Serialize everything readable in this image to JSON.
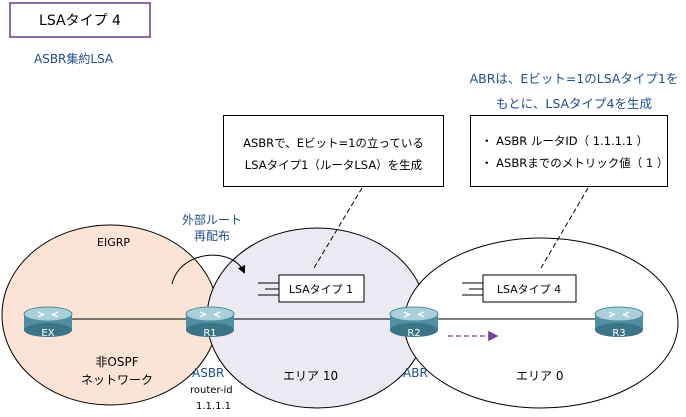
{
  "title": "LSAタイプ 4",
  "subtitle": "ASBR集約LSA",
  "note_top": [
    "ABRは、Eビット=1のLSAタイプ1を",
    "もとに、LSAタイプ4を生成"
  ],
  "callout_left": [
    "ASBRで、Eビット=1の立っている",
    "LSAタイプ1（ルータLSA）を生成"
  ],
  "callout_right": [
    "・ ASBR ルータID（ 1.1.1.1 ）",
    "・ ASBRまでのメトリック値（ 1 ）"
  ],
  "redistribution_label": [
    "外部ルート",
    "再配布"
  ],
  "areas": {
    "eigrp": {
      "title": "EIGRP",
      "label": [
        "非OSPF",
        "ネットワーク"
      ]
    },
    "area10": {
      "label": "エリア 10"
    },
    "area0": {
      "label": "エリア 0"
    }
  },
  "lsa_labels": {
    "type1": "LSAタイプ 1",
    "type4": "LSAタイプ 4"
  },
  "routers": {
    "ex": {
      "name": "EX"
    },
    "r1": {
      "name": "R1",
      "role": "ASBR",
      "router_id_label": "router-id",
      "router_id": "1.1.1.1"
    },
    "r2": {
      "name": "R2",
      "role": "ABR"
    },
    "r3": {
      "name": "R3"
    }
  },
  "colors": {
    "eigrp_fill": "#fbe4d5",
    "area10_fill": "#ece9f3",
    "router_body": "#4f8ea3",
    "router_top": "#a9cfd9",
    "accent_text": "#1f4e8c",
    "flow_arrow": "#7a3ea0",
    "title_border": "#8a6aa8"
  },
  "icons": [
    "router-icon",
    "curved-arrow-icon",
    "dashed-arrow-icon",
    "lsa-packet-icon"
  ]
}
